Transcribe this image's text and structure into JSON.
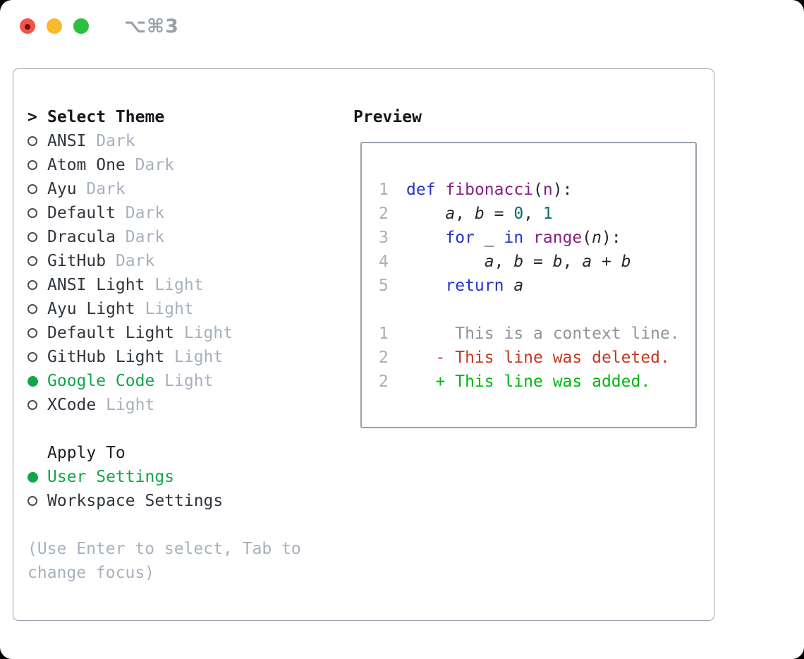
{
  "window": {
    "shortcut_hint": "⌥⌘3",
    "traffic_lights": [
      "close",
      "minimize",
      "zoom"
    ]
  },
  "colors": {
    "accent_green": "#12a648",
    "keyword_blue": "#2733c4",
    "type_purple": "#871f87",
    "literal_teal": "#0b6b6b",
    "deleted_red": "#c4371f",
    "added_green": "#00b711",
    "muted_gray": "#a7b0bd",
    "panel_border": "#99a1ad"
  },
  "theme_selector": {
    "cursor": ">",
    "title": "Select Theme",
    "items": [
      {
        "name": "ANSI",
        "variant": "Dark",
        "selected": false
      },
      {
        "name": "Atom One",
        "variant": "Dark",
        "selected": false
      },
      {
        "name": "Ayu",
        "variant": "Dark",
        "selected": false
      },
      {
        "name": "Default",
        "variant": "Dark",
        "selected": false
      },
      {
        "name": "Dracula",
        "variant": "Dark",
        "selected": false
      },
      {
        "name": "GitHub",
        "variant": "Dark",
        "selected": false
      },
      {
        "name": "ANSI Light",
        "variant": "Light",
        "selected": false
      },
      {
        "name": "Ayu Light",
        "variant": "Light",
        "selected": false
      },
      {
        "name": "Default Light",
        "variant": "Light",
        "selected": false
      },
      {
        "name": "GitHub Light",
        "variant": "Light",
        "selected": false
      },
      {
        "name": "Google Code",
        "variant": "Light",
        "selected": true
      },
      {
        "name": "XCode",
        "variant": "Light",
        "selected": false
      }
    ],
    "apply_to": {
      "title": "Apply To",
      "options": [
        {
          "label": "User Settings",
          "selected": true
        },
        {
          "label": "Workspace Settings",
          "selected": false
        }
      ]
    },
    "help_text": "(Use Enter to select, Tab to change focus)"
  },
  "preview": {
    "title": "Preview",
    "code_lines": [
      {
        "num": "1",
        "tokens": [
          [
            "def",
            "kwd"
          ],
          [
            " ",
            "pln"
          ],
          [
            "fibonacci",
            "typ"
          ],
          [
            "(",
            "pln"
          ],
          [
            "n",
            "typ"
          ],
          [
            "):",
            "pln"
          ]
        ]
      },
      {
        "num": "2",
        "tokens": [
          [
            "    ",
            "pln"
          ],
          [
            "a",
            "var"
          ],
          [
            ", ",
            "pln"
          ],
          [
            "b",
            "var"
          ],
          [
            " = ",
            "pln"
          ],
          [
            "0",
            "lit"
          ],
          [
            ", ",
            "pln"
          ],
          [
            "1",
            "lit"
          ]
        ]
      },
      {
        "num": "3",
        "tokens": [
          [
            "    ",
            "pln"
          ],
          [
            "for",
            "kwd"
          ],
          [
            " _ ",
            "pln"
          ],
          [
            "in",
            "kwd"
          ],
          [
            " ",
            "pln"
          ],
          [
            "range",
            "typ"
          ],
          [
            "(",
            "pln"
          ],
          [
            "n",
            "var"
          ],
          [
            "):",
            "pln"
          ]
        ]
      },
      {
        "num": "4",
        "tokens": [
          [
            "        ",
            "pln"
          ],
          [
            "a",
            "var"
          ],
          [
            ", ",
            "pln"
          ],
          [
            "b",
            "var"
          ],
          [
            " = ",
            "pln"
          ],
          [
            "b",
            "var"
          ],
          [
            ", ",
            "pln"
          ],
          [
            "a",
            "var"
          ],
          [
            " + ",
            "pln"
          ],
          [
            "b",
            "var"
          ]
        ]
      },
      {
        "num": "5",
        "tokens": [
          [
            "    ",
            "pln"
          ],
          [
            "return",
            "kwd"
          ],
          [
            " ",
            "pln"
          ],
          [
            "a",
            "var"
          ]
        ]
      }
    ],
    "diff_lines": [
      {
        "num": "1",
        "marker": " ",
        "text": "This is a context line.",
        "type": "context"
      },
      {
        "num": "2",
        "marker": "-",
        "text": "This line was deleted.",
        "type": "deleted"
      },
      {
        "num": "2",
        "marker": "+",
        "text": "This line was added.",
        "type": "added"
      }
    ]
  }
}
